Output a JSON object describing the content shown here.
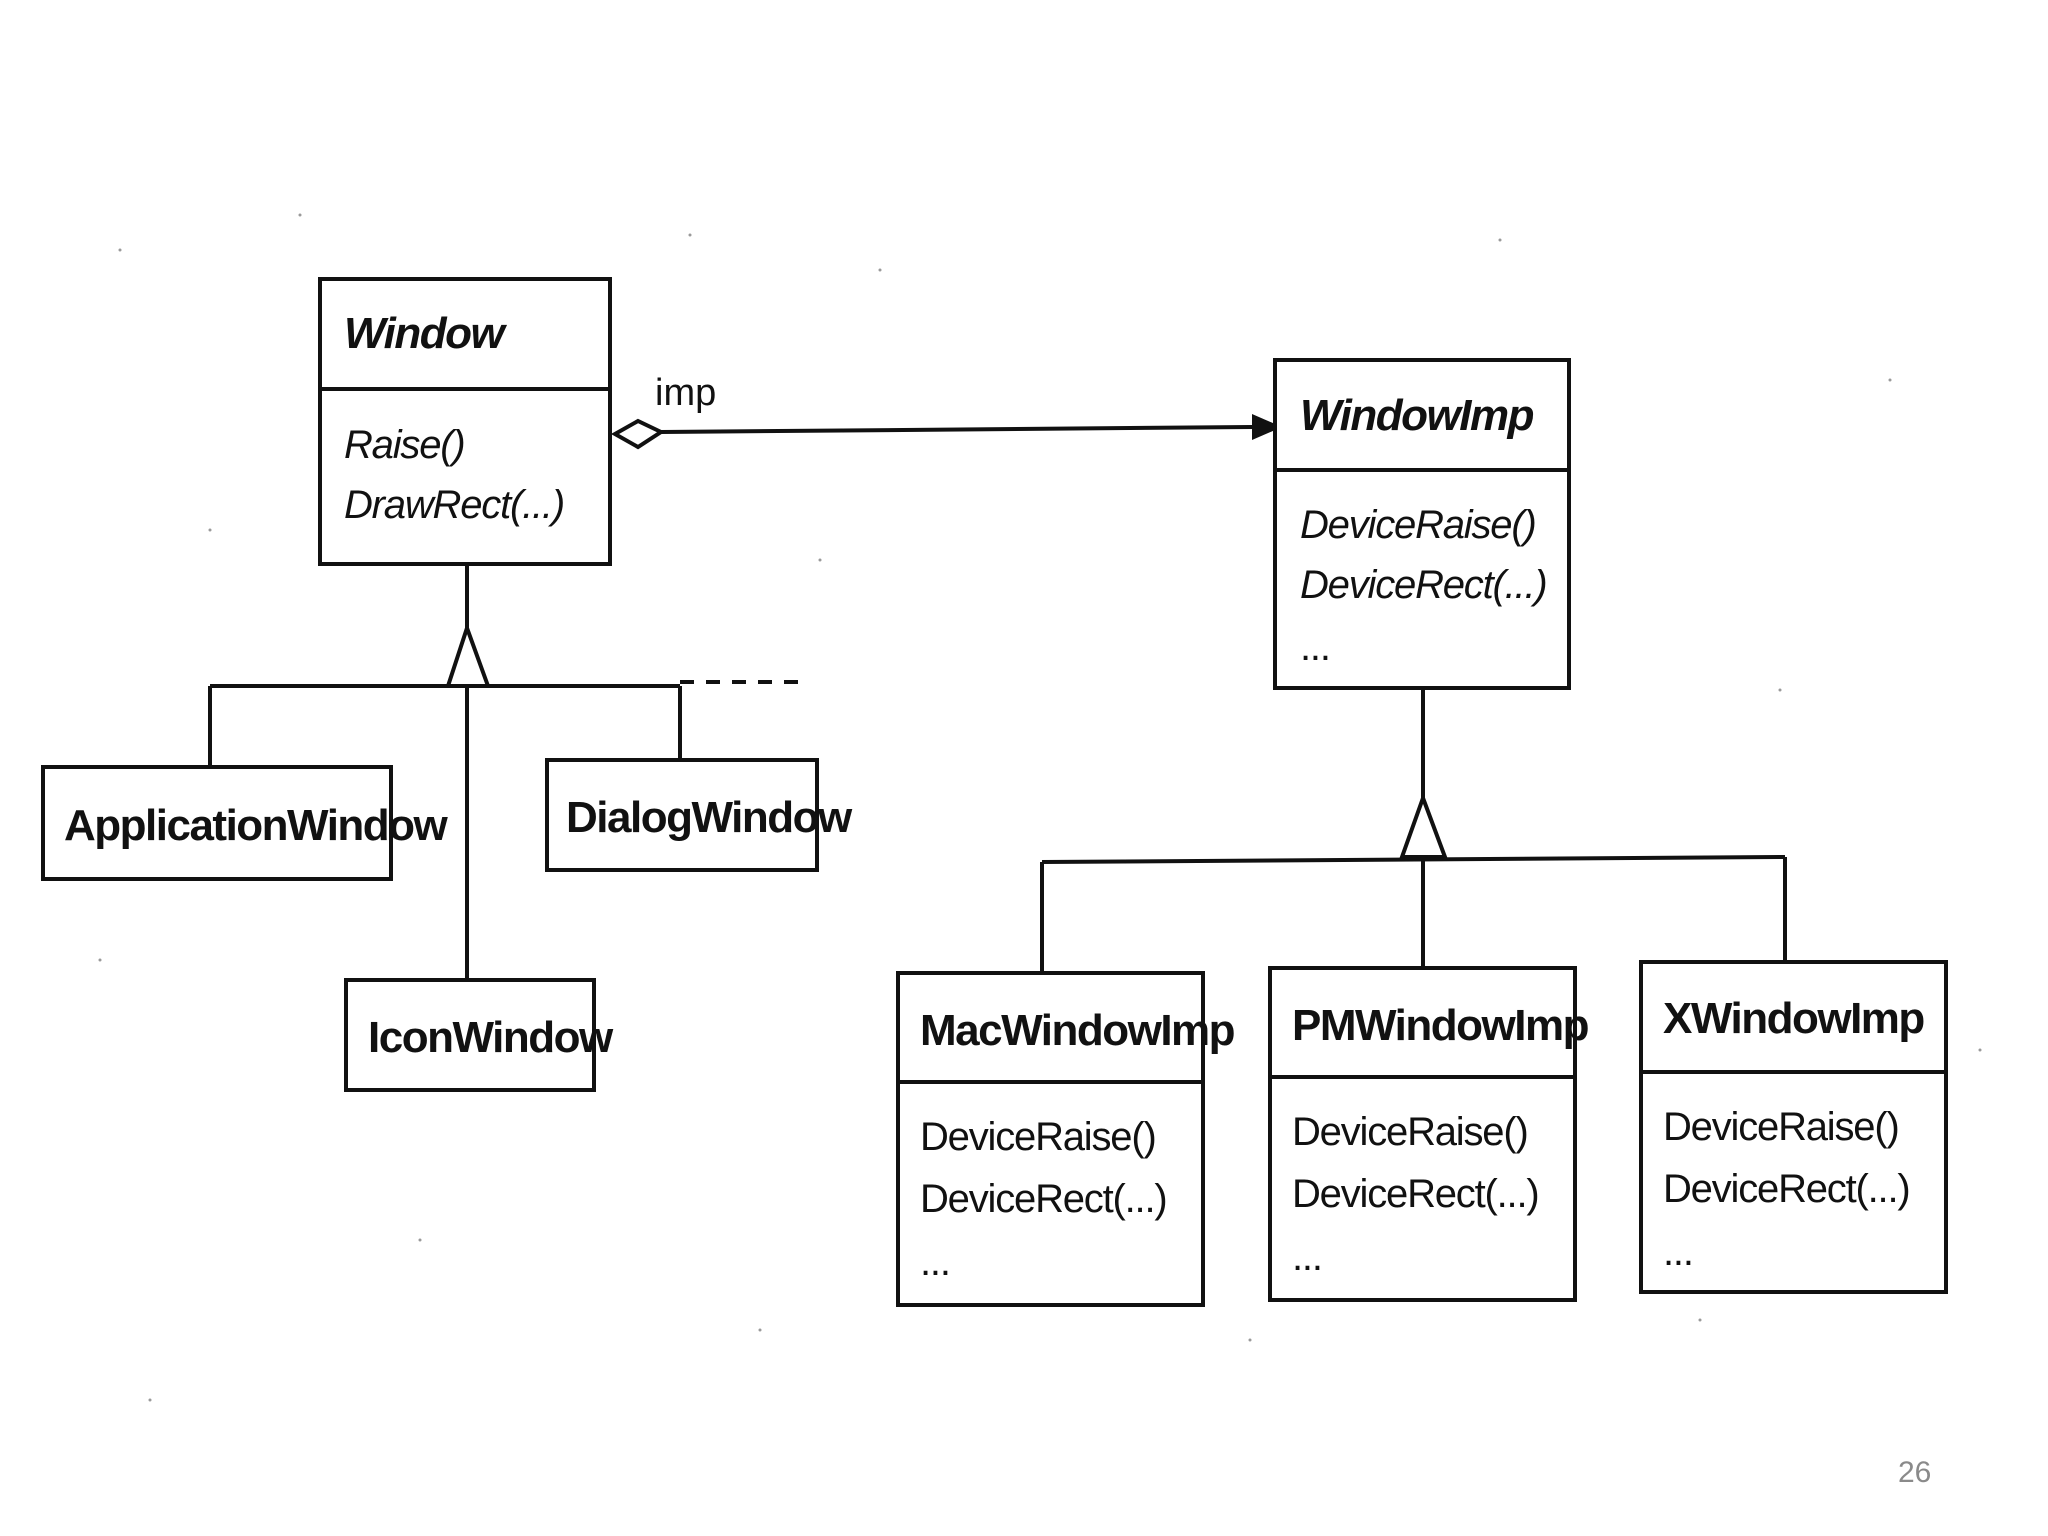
{
  "classes": {
    "window": {
      "name": "Window",
      "ops": [
        "Raise()",
        "DrawRect(...)"
      ]
    },
    "windowimp": {
      "name": "WindowImp",
      "ops": [
        "DeviceRaise()",
        "DeviceRect(...)",
        "..."
      ]
    },
    "applicationwindow": {
      "name": "ApplicationWindow"
    },
    "dialogwindow": {
      "name": "DialogWindow"
    },
    "iconwindow": {
      "name": "IconWindow"
    },
    "macwindowimp": {
      "name": "MacWindowImp",
      "ops": [
        "DeviceRaise()",
        "DeviceRect(...)",
        "..."
      ]
    },
    "pmwindowimp": {
      "name": "PMWindowImp",
      "ops": [
        "DeviceRaise()",
        "DeviceRect(...)",
        "..."
      ]
    },
    "xwindowimp": {
      "name": "XWindowImp",
      "ops": [
        "DeviceRaise()",
        "DeviceRect(...)",
        "..."
      ]
    }
  },
  "association": {
    "role": "imp"
  },
  "page_number": "26"
}
